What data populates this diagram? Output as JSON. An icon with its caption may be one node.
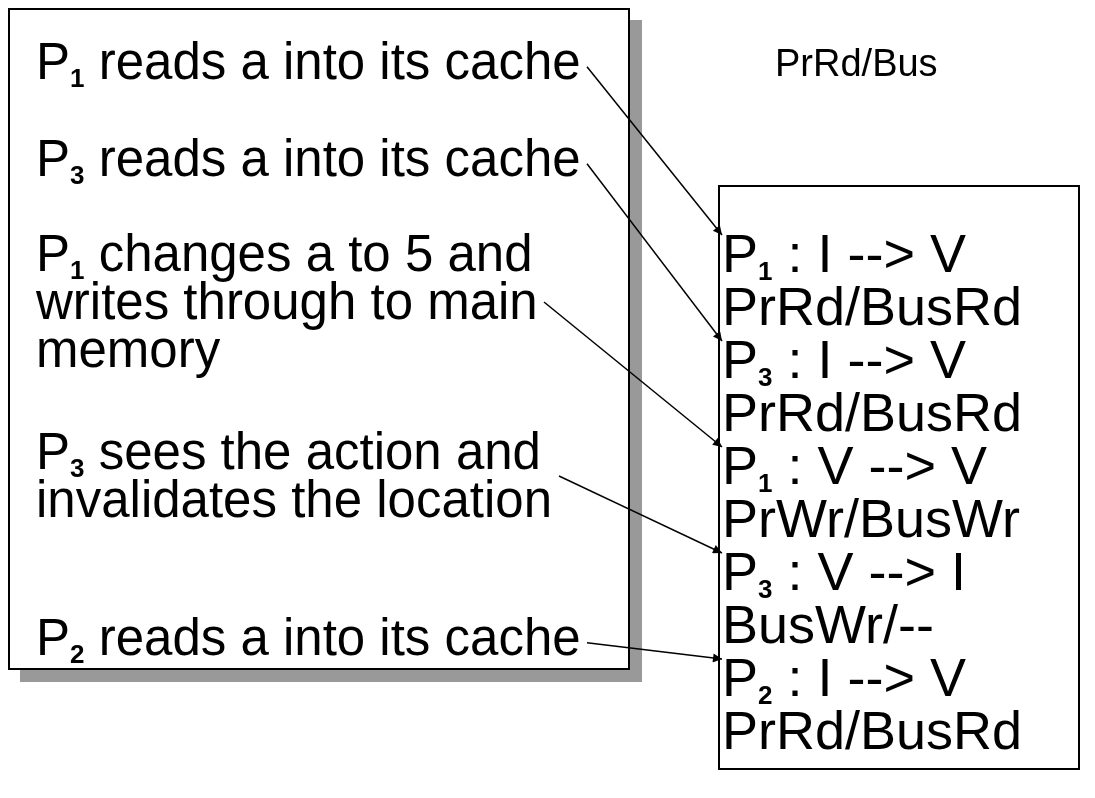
{
  "diagram": {
    "nodes": [
      {
        "text": [],
        "shape": "box"
      },
      {
        "text": [
          "P$_{1}$ reads a into its cache"
        ],
        "in": 0
      },
      {
        "text": [
          "P$_{3}$ reads a into its cache"
        ],
        "in": 0
      },
      {
        "text": [
          "P$_{1}$ changes a to 5 and writes through to main memory"
        ],
        "in": 0
      },
      {
        "text": [
          "P$_{3}$ sees the action and invalidates the location"
        ],
        "in": 0
      },
      {
        "text": [
          "P$_{2}$ reads a into its cache"
        ],
        "in": 0
      },
      {
        "text": [],
        "shape": "box"
      },
      {
        "text": [
          "P$_{1}$ : I --> V",
          "PrRd/BusRd"
        ],
        "in": 6
      },
      {
        "text": [
          "P$_{3}$ : I --> V",
          "PrRd/BusRd"
        ],
        "in": 6
      },
      {
        "text": [
          "P$_{1}$ : V --> V",
          "PrWr/BusWr"
        ],
        "in": 6
      },
      {
        "text": [
          "P$_{3}$ : V --> I",
          "BusWr/--"
        ],
        "in": 6
      },
      {
        "text": [
          "P$_{2}$ :  I --> V",
          "PrRd/BusRd"
        ],
        "in": 6
      }
    ],
    "edges": [
      {
        "from": 1,
        "to": 7,
        "arrow": "to"
      },
      {
        "from": 2,
        "to": 8,
        "arrow": "to"
      },
      {
        "from": 3,
        "to": 9,
        "arrow": "to"
      },
      {
        "from": 4,
        "to": 10,
        "arrow": "to"
      },
      {
        "from": 5,
        "to": 11,
        "arrow": "to"
      }
    ],
    "labels": [
      "PrRd/Bus"
    ]
  }
}
